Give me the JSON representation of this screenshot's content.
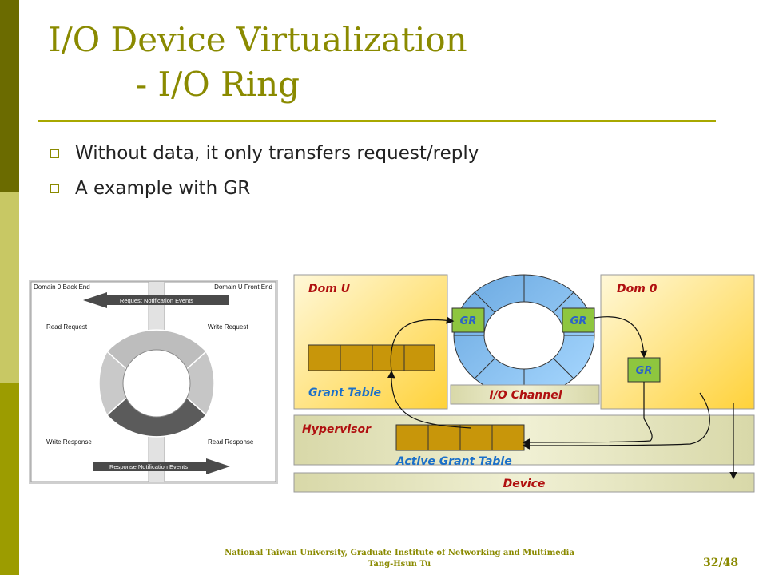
{
  "slide": {
    "title_line1": "I/O Device Virtualization",
    "title_line2": "- I/O Ring",
    "bullets": [
      "Without data, it only transfers request/reply",
      "A example with GR"
    ],
    "footer_line1": "National Taiwan University, Graduate Institute of Networking and Multimedia",
    "footer_line2": "Tang-Hsun Tu",
    "page": "32/48"
  },
  "ring_figure": {
    "domain0_label": "Domain 0 Back End",
    "domainu_label": "Domain U Front End",
    "request_events": "Request Notification Events",
    "response_events": "Response Notification Events",
    "read_request": "Read Request",
    "write_request": "Write Request",
    "write_response": "Write Response",
    "read_response": "Read Response"
  },
  "diagram": {
    "dom_u": "Dom U",
    "dom_0": "Dom 0",
    "gr": "GR",
    "grant_table": "Grant Table",
    "io_channel": "I/O Channel",
    "hypervisor": "Hypervisor",
    "active_grant_table": "Active Grant Table",
    "device": "Device"
  },
  "colors": {
    "accent": "#8a8a00",
    "label_red": "#b01010",
    "label_blue": "#1a6fc9",
    "gr_green": "#8ec63f",
    "gr_text": "#2a62c9",
    "cell_gold": "#c8960a"
  }
}
